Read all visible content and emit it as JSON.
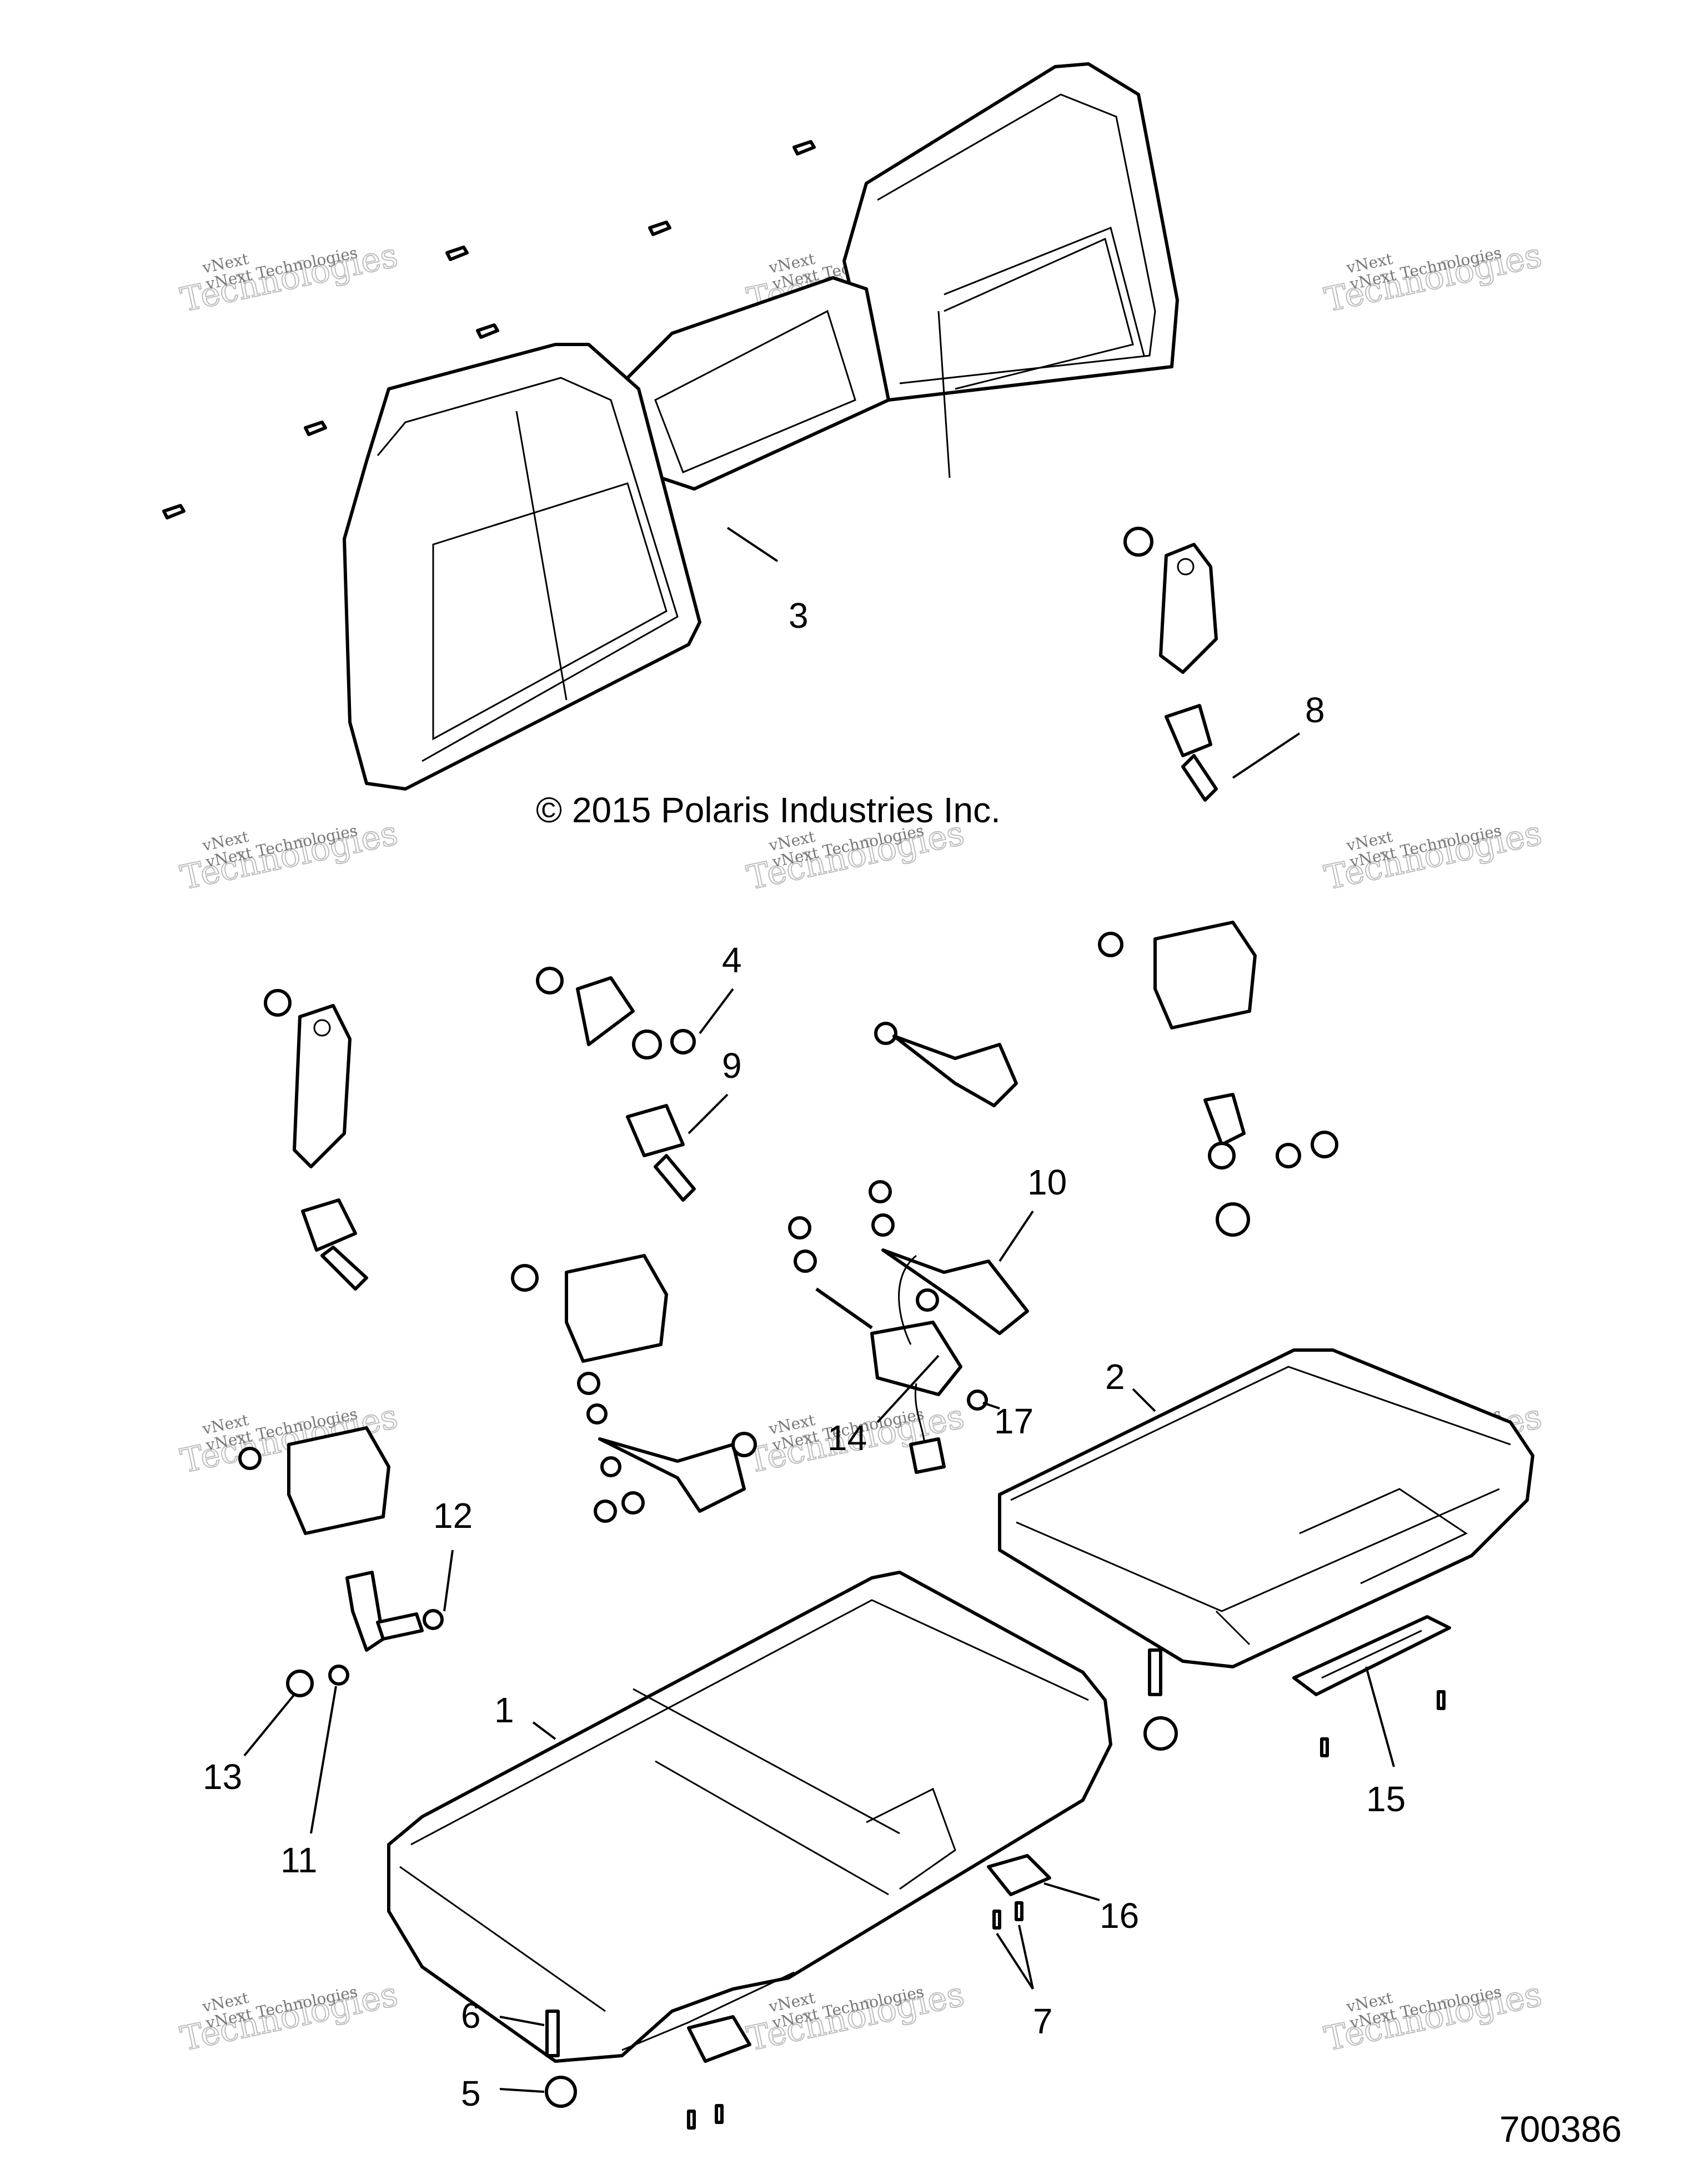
{
  "copyright": "© 2015 Polaris Industries Inc.",
  "drawing_number": "700386",
  "watermark": {
    "brand": "vNext",
    "line1": "vNext Technologies",
    "line2": "Technologies"
  },
  "callouts": [
    "1",
    "2",
    "3",
    "4",
    "5",
    "6",
    "7",
    "8",
    "9",
    "10",
    "11",
    "12",
    "13",
    "14",
    "15",
    "16",
    "17"
  ]
}
